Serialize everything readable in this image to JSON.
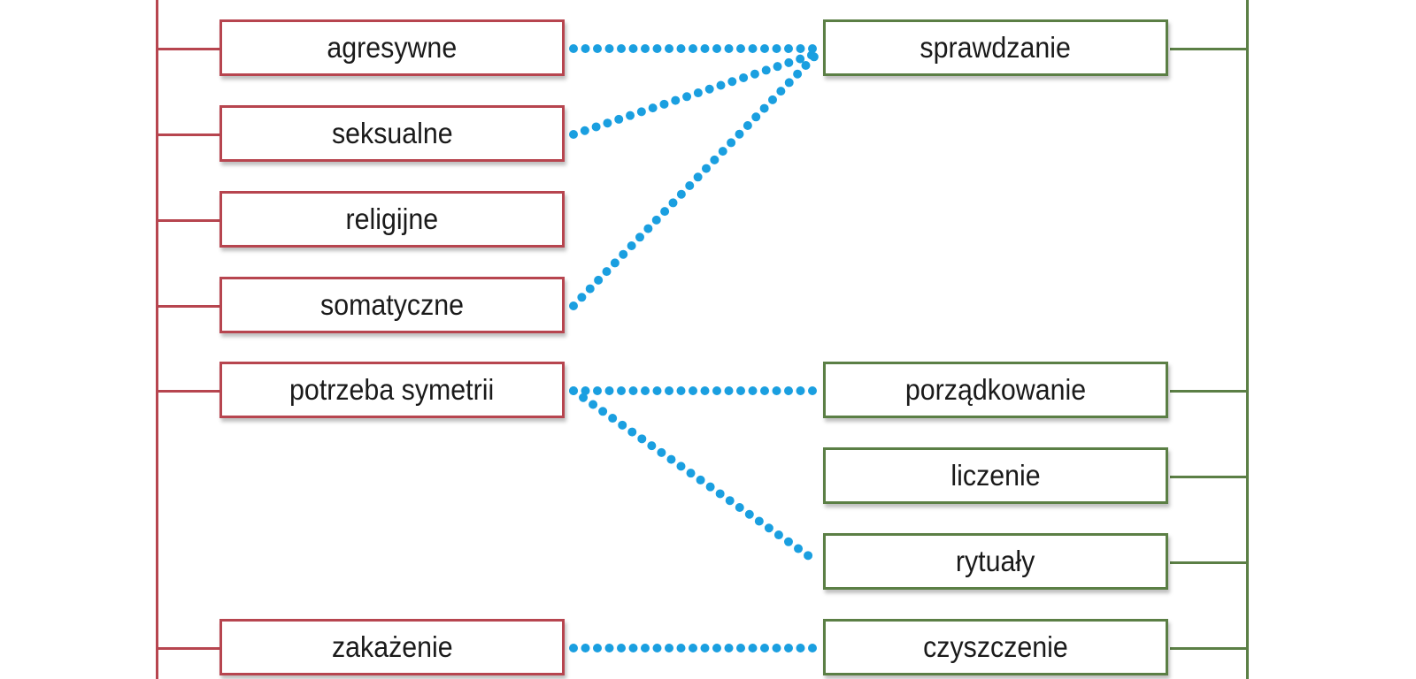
{
  "colors": {
    "left": "#b7454f",
    "right": "#5b7f45",
    "link": "#1a9fe0"
  },
  "left_items": [
    "agresywne",
    "seksualne",
    "religijne",
    "somatyczne",
    "potrzeba symetrii",
    "zakażenie"
  ],
  "right_items": [
    "sprawdzanie",
    "porządkowanie",
    "liczenie",
    "rytuały",
    "czyszczenie"
  ],
  "links": [
    {
      "from": "agresywne",
      "to": "sprawdzanie"
    },
    {
      "from": "seksualne",
      "to": "sprawdzanie"
    },
    {
      "from": "somatyczne",
      "to": "sprawdzanie"
    },
    {
      "from": "potrzeba symetrii",
      "to": "porządkowanie"
    },
    {
      "from": "potrzeba symetrii",
      "to": "rytuały"
    },
    {
      "from": "zakażenie",
      "to": "czyszczenie"
    }
  ]
}
